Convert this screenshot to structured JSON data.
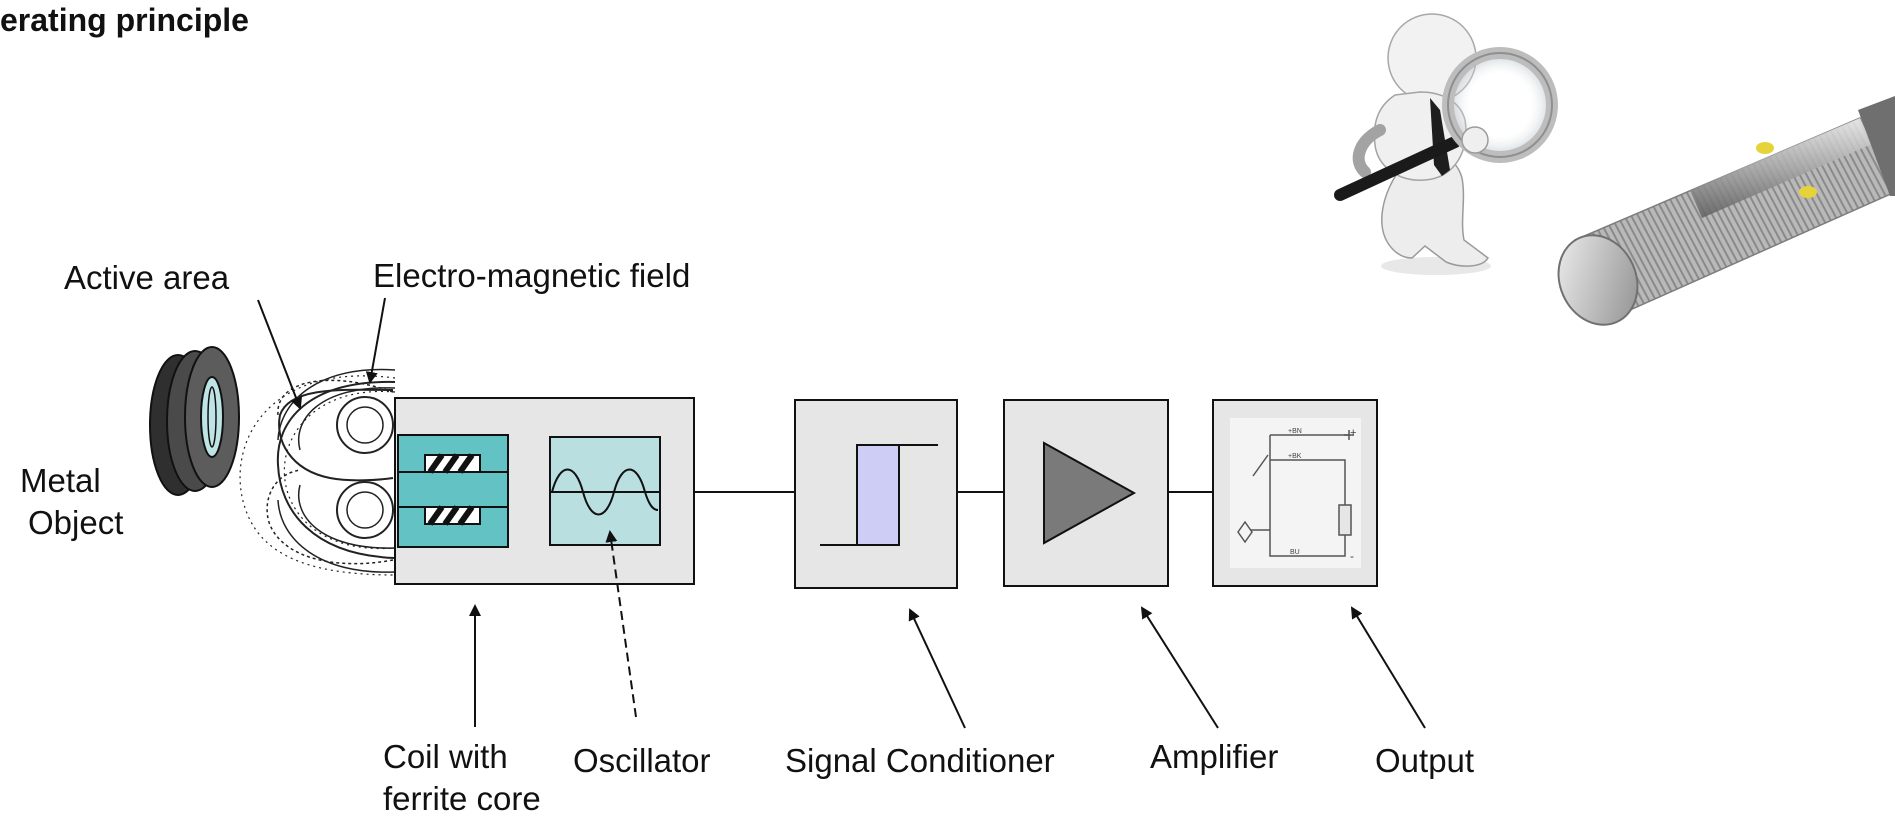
{
  "title": "erating principle",
  "labels": {
    "active_area": "Active area",
    "em_field": "Electro-magnetic field",
    "metal_object_line1": "Metal",
    "metal_object_line2": "Object",
    "coil_line1": "Coil with",
    "coil_line2": "ferrite core",
    "oscillator": "Oscillator",
    "signal_conditioner": "Signal Conditioner",
    "amplifier": "Amplifier",
    "output": "Output"
  },
  "schematic_labels": {
    "plus": "+",
    "minus": "-",
    "top_value": "+BN",
    "mid_value": "+BK",
    "bottom_value": "BU"
  },
  "colors": {
    "block_fill": "#e6e6e6",
    "coil_fill": "#63c2c4",
    "oscillator_fill": "#b9dfe1",
    "conditioner_fill": "#cdcdf5",
    "amplifier_fill": "#7a7a7a",
    "metal_object": "#4a4a4a"
  },
  "icons": {
    "person": "person-with-magnifier-icon",
    "sensor": "inductive-sensor-icon"
  }
}
